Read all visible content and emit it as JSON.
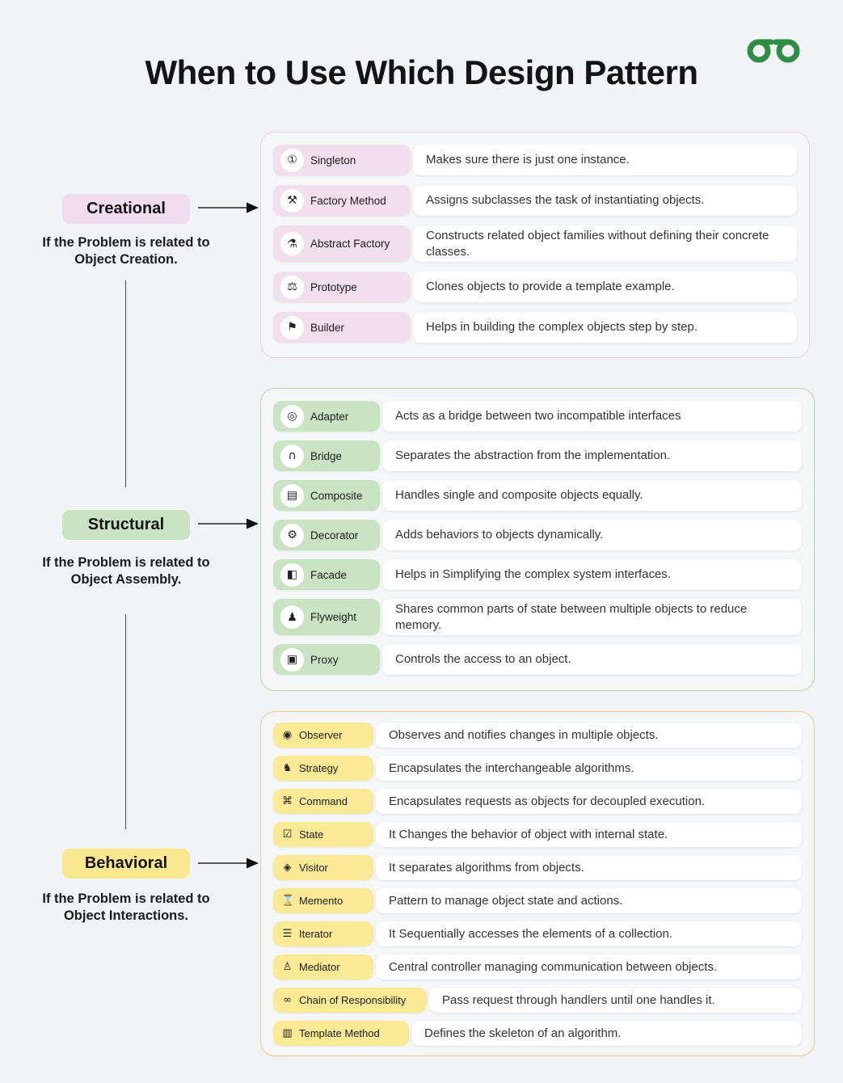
{
  "page": {
    "title": "When to Use Which Design Pattern",
    "logo": "geeksforgeeks-logo",
    "background_color": "#f1f3f6",
    "logo_color": "#2f8d46"
  },
  "sections": [
    {
      "id": "creational",
      "label": "Creational",
      "subtitle": "If the Problem is related to Object Creation.",
      "accent_bg": "#f2dcef",
      "chip_bg": "#f1dfee",
      "border_color": "#eed6e2",
      "patterns": [
        {
          "name": "Singleton",
          "icon": "singleton-icon",
          "glyph": "①",
          "description": "Makes sure there is just one instance."
        },
        {
          "name": "Factory Method",
          "icon": "factory-method-icon",
          "glyph": "⚒",
          "description": "Assigns subclasses the task of instantiating objects."
        },
        {
          "name": "Abstract Factory",
          "icon": "abstract-factory-icon",
          "glyph": "⚗",
          "description": "Constructs related object families without defining their concrete classes."
        },
        {
          "name": "Prototype",
          "icon": "prototype-icon",
          "glyph": "⚖",
          "description": "Clones objects to provide a template example."
        },
        {
          "name": "Builder",
          "icon": "builder-icon",
          "glyph": "⚑",
          "description": "Helps in building the complex objects step by step."
        }
      ]
    },
    {
      "id": "structural",
      "label": "Structural",
      "subtitle": "If the Problem is related to Object Assembly.",
      "accent_bg": "#c8e4c2",
      "chip_bg": "#c8e4c2",
      "border_color": "#b5d9ae",
      "patterns": [
        {
          "name": "Adapter",
          "icon": "adapter-icon",
          "glyph": "◎",
          "description": "Acts as a bridge between two incompatible interfaces"
        },
        {
          "name": "Bridge",
          "icon": "bridge-icon",
          "glyph": "∩",
          "description": "Separates the abstraction from the implementation."
        },
        {
          "name": "Composite",
          "icon": "composite-icon",
          "glyph": "▤",
          "description": "Handles single and composite objects equally."
        },
        {
          "name": "Decorator",
          "icon": "decorator-gear-icon",
          "glyph": "⚙",
          "description": "Adds behaviors to objects dynamically."
        },
        {
          "name": "Facade",
          "icon": "facade-icon",
          "glyph": "◧",
          "description": "Helps in Simplifying the complex system interfaces."
        },
        {
          "name": "Flyweight",
          "icon": "flyweight-icon",
          "glyph": "♟",
          "description": "Shares common parts of state between multiple objects to reduce memory."
        },
        {
          "name": "Proxy",
          "icon": "proxy-icon",
          "glyph": "▣",
          "description": "Controls the access to an object."
        }
      ]
    },
    {
      "id": "behavioral",
      "label": "Behavioral",
      "subtitle": "If the Problem is related to Object Interactions.",
      "accent_bg": "#f9e88f",
      "chip_bg": "#fae995",
      "border_color": "#f5c98b",
      "patterns": [
        {
          "name": "Observer",
          "icon": "observer-telescope-icon",
          "glyph": "◉",
          "description": "Observes and notifies changes in multiple objects."
        },
        {
          "name": "Strategy",
          "icon": "strategy-icon",
          "glyph": "♞",
          "description": "Encapsulates the interchangeable algorithms."
        },
        {
          "name": "Command",
          "icon": "command-icon",
          "glyph": "⌘",
          "description": "Encapsulates requests as objects for decoupled execution."
        },
        {
          "name": "State",
          "icon": "state-checkbox-icon",
          "glyph": "☑",
          "description": "It Changes the behavior of object with internal state."
        },
        {
          "name": "Visitor",
          "icon": "visitor-icon",
          "glyph": "◈",
          "description": "It separates algorithms from objects."
        },
        {
          "name": "Memento",
          "icon": "memento-icon",
          "glyph": "⌛",
          "description": "Pattern to manage object state and actions."
        },
        {
          "name": "Iterator",
          "icon": "iterator-list-icon",
          "glyph": "☰",
          "description": "It Sequentially accesses the elements of a collection."
        },
        {
          "name": "Mediator",
          "icon": "mediator-icon",
          "glyph": "♙",
          "description": "Central controller managing communication between objects."
        },
        {
          "name": "Chain of Responsibility",
          "icon": "chain-icon",
          "glyph": "∞",
          "description": "Pass request through handlers until one handles it."
        },
        {
          "name": "Template Method",
          "icon": "template-method-icon",
          "glyph": "▥",
          "description": "Defines the skeleton of an algorithm."
        }
      ]
    }
  ]
}
